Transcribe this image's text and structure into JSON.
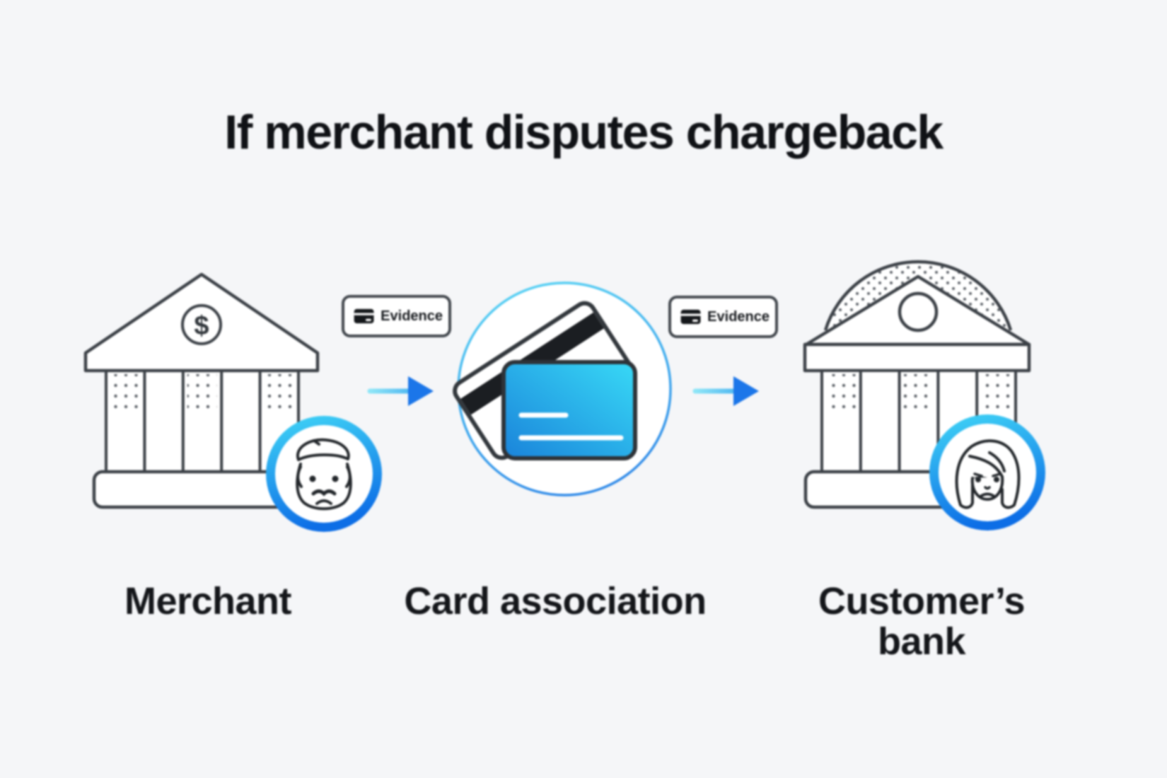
{
  "title": "If merchant disputes chargeback",
  "nodes": [
    {
      "id": "merchant",
      "label": "Merchant",
      "icon": "bank-building-dollar-icon",
      "avatar": "upset-merchant-avatar"
    },
    {
      "id": "card_association",
      "label": "Card association",
      "icon": "credit-cards-icon"
    },
    {
      "id": "customers_bank",
      "label": "Customer’s bank",
      "icon": "bank-building-dome-icon",
      "avatar": "upset-customer-avatar"
    }
  ],
  "flows": [
    {
      "from": "merchant",
      "to": "card_association",
      "badge_label": "Evidence",
      "badge_icon": "credit-card-icon"
    },
    {
      "from": "card_association",
      "to": "customers_bank",
      "badge_label": "Evidence",
      "badge_icon": "credit-card-icon"
    }
  ],
  "merchant_building": {
    "dollar_sign": "$"
  },
  "colors": {
    "background": "#f5f6f8",
    "outline": "#3c4147",
    "text": "#14161a",
    "accent_blue": "#1b76e9",
    "accent_cyan": "#38cdf3",
    "card_gradient_start": "#38d9f6",
    "card_gradient_end": "#1a83da"
  }
}
